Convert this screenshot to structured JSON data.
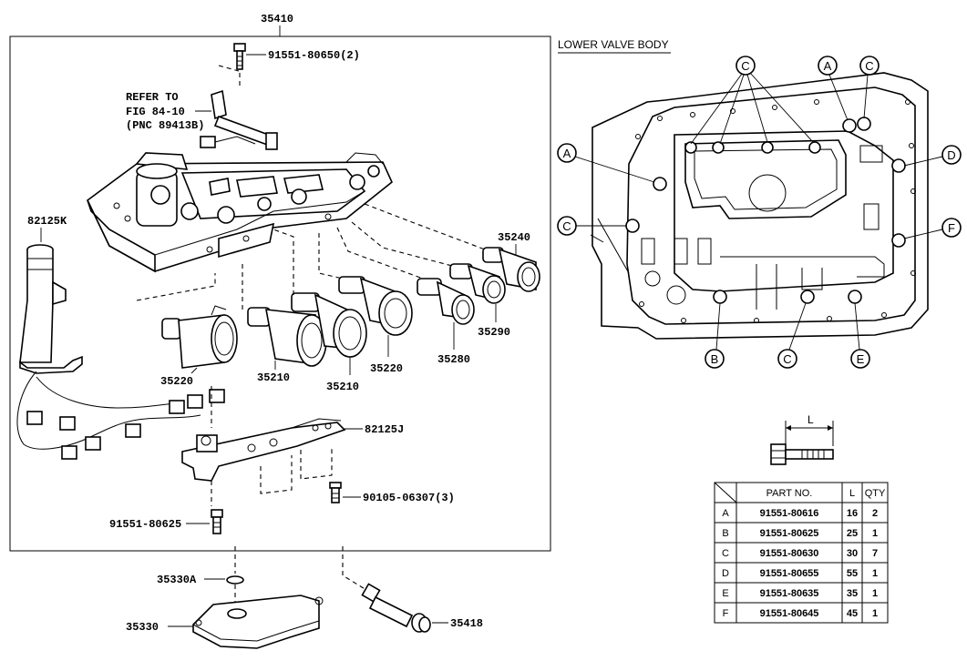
{
  "diagram": {
    "assembly_number": "35410",
    "refer_note": [
      "REFER TO",
      "FIG 84-10",
      "(PNC 89413B)"
    ],
    "section_title": "LOWER VALVE BODY",
    "dimension_label": "L",
    "part_labels": {
      "p91551_80650": "91551-80650(2)",
      "p82125K": "82125K",
      "p35240": "35240",
      "p35290": "35290",
      "p35280": "35280",
      "p35220_right": "35220",
      "p35210_right": "35210",
      "p35210_left": "35210",
      "p35220_left": "35220",
      "p82125J": "82125J",
      "p90105_06307": "90105-06307(3)",
      "p91551_80625": "91551-80625",
      "p35330A": "35330A",
      "p35330": "35330",
      "p35418": "35418"
    },
    "callouts": [
      "A",
      "C",
      "C",
      "C",
      "A",
      "C",
      "C",
      "D",
      "F",
      "B",
      "C",
      "E"
    ]
  },
  "bolt_table": {
    "headers": [
      "",
      "PART NO.",
      "L",
      "QTY"
    ],
    "rows": [
      {
        "key": "A",
        "part_no": "91551-80616",
        "l": "16",
        "qty": "2"
      },
      {
        "key": "B",
        "part_no": "91551-80625",
        "l": "25",
        "qty": "1"
      },
      {
        "key": "C",
        "part_no": "91551-80630",
        "l": "30",
        "qty": "7"
      },
      {
        "key": "D",
        "part_no": "91551-80655",
        "l": "55",
        "qty": "1"
      },
      {
        "key": "E",
        "part_no": "91551-80635",
        "l": "35",
        "qty": "1"
      },
      {
        "key": "F",
        "part_no": "91551-80645",
        "l": "45",
        "qty": "1"
      }
    ]
  }
}
